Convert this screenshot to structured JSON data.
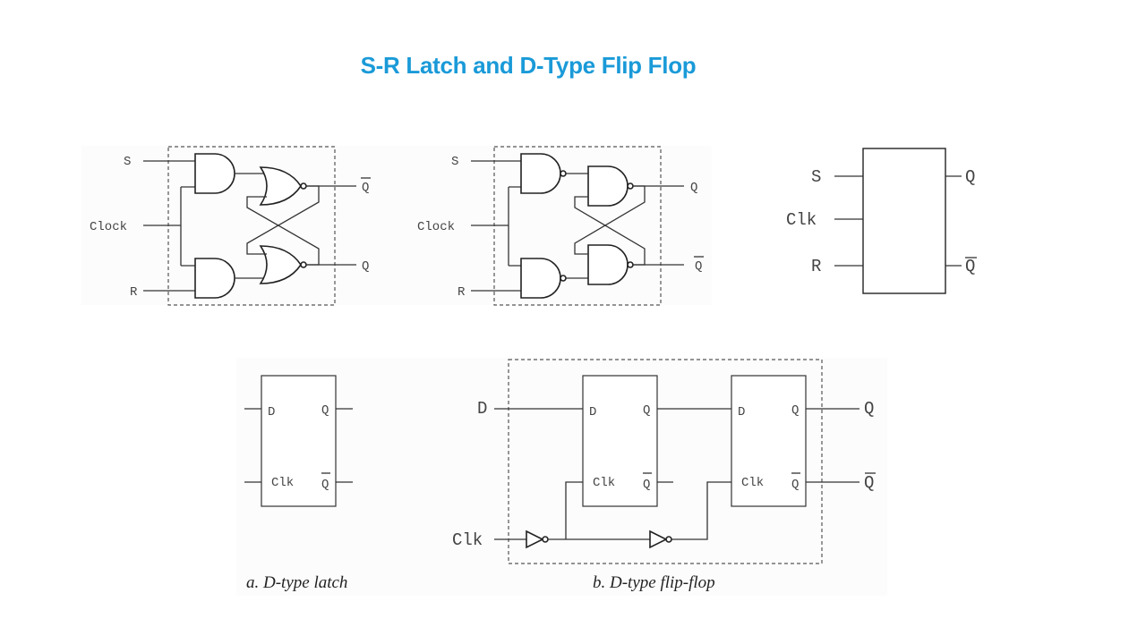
{
  "slide": {
    "title": "S-R Latch and D-Type Flip Flop"
  },
  "sr_nor_latch": {
    "inputs": [
      "S",
      "Clock",
      "R"
    ],
    "outputs": [
      "Q",
      "Q"
    ],
    "output_overbar": [
      true,
      false
    ]
  },
  "sr_nand_latch": {
    "inputs": [
      "S",
      "Clock",
      "R"
    ],
    "outputs": [
      "Q",
      "Q"
    ],
    "output_overbar": [
      false,
      true
    ]
  },
  "sr_block": {
    "inputs": [
      "S",
      "Clk",
      "R"
    ],
    "outputs": [
      "Q",
      "Q"
    ],
    "output_overbar": [
      false,
      true
    ]
  },
  "d_latch": {
    "pins": [
      "D",
      "Q",
      "Clk",
      "Q"
    ],
    "caption": "a. D-type latch"
  },
  "d_flipflop": {
    "input_d": "D",
    "input_clk": "Clk",
    "stage_pins": [
      "D",
      "Q",
      "Clk",
      "Q"
    ],
    "outputs": [
      "Q",
      "Q"
    ],
    "caption": "b. D-type flip-flop"
  }
}
